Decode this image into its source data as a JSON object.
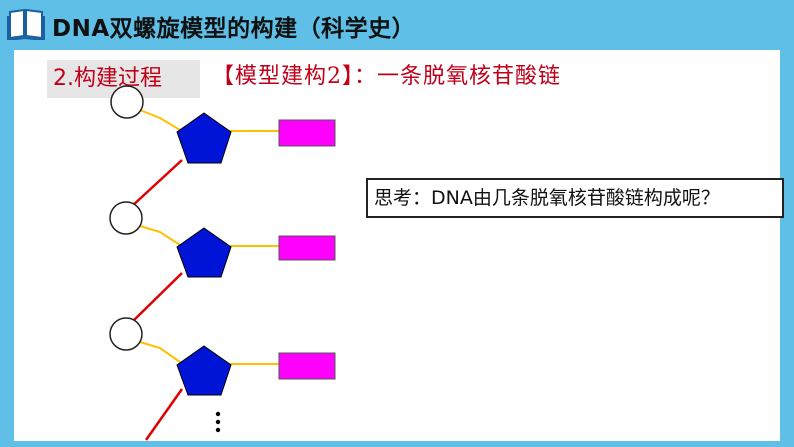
{
  "header": {
    "title": "DNA双螺旋模型的构建（科学史）",
    "icon": "book-icon"
  },
  "section": {
    "label": "2.构建过程"
  },
  "model": {
    "heading": "【模型建构2】：一条脱氧核苷酸链"
  },
  "question": {
    "text": "思考：DNA由几条脱氧核苷酸链构成呢？"
  },
  "diagram": {
    "nucleotide_count": 3,
    "continuation_mark": "⋮",
    "colors": {
      "phosphate_fill": "#ffffff",
      "sugar_fill": "#0014d8",
      "base_fill": "#ff00ff",
      "backbone_line": "#e00000",
      "bond_line": "#ffc000"
    }
  }
}
